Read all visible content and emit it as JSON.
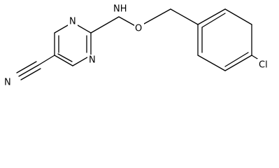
{
  "atoms": {
    "nitrile_n": "N",
    "ring_n_top": "N",
    "ring_n_bottom": "N",
    "amine": "NH",
    "oxygen": "O",
    "chlorine": "Cl"
  }
}
